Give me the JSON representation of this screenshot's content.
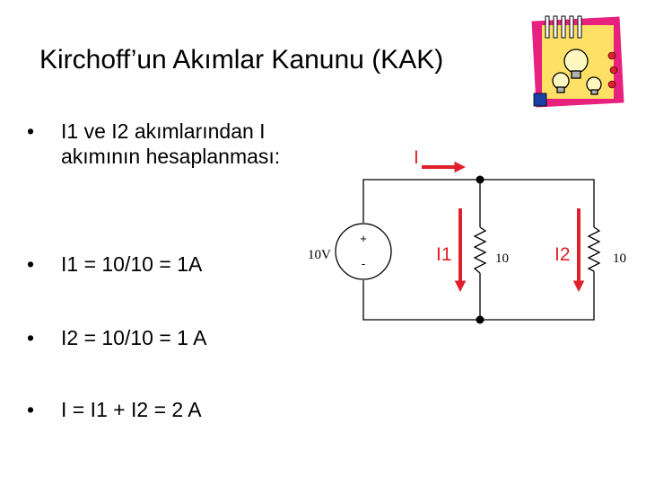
{
  "slide": {
    "title": "Kirchoff’un Akımlar Kanunu (KAK)",
    "bullets": [
      {
        "marker": "•",
        "text": "I1 ve I2 akımlarından I akımının hesaplanması:"
      },
      {
        "marker": "•",
        "text": "I1 = 10/10 = 1A"
      },
      {
        "marker": "•",
        "text": "I2 = 10/10 = 1 A"
      },
      {
        "marker": "•",
        "text": "I = I1 + I2 = 2 A"
      }
    ]
  },
  "circuit": {
    "source_label": "10V",
    "plus_sign": "+",
    "minus_sign": "-",
    "current_total": "I",
    "current_1": "I1",
    "current_2": "I2",
    "r1_label": "10",
    "r2_label": "10"
  },
  "colors": {
    "arrow": "#e0202a",
    "wire": "#000000",
    "clipart_frame": "#e8207e",
    "clipart_bg": "#ffe066"
  }
}
